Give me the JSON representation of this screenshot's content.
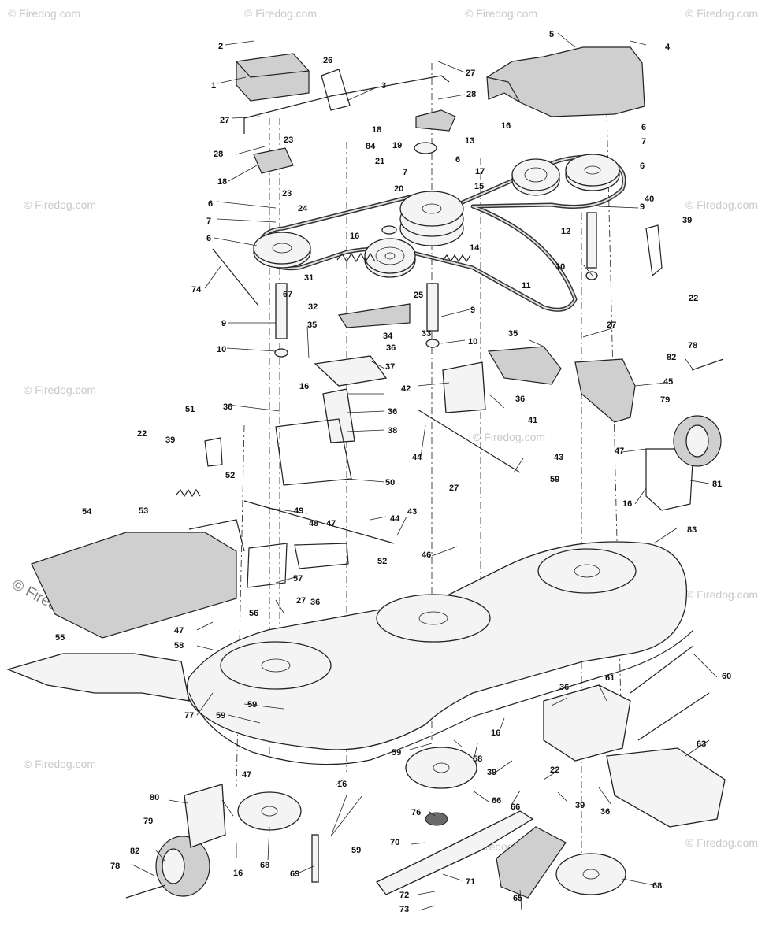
{
  "watermark": {
    "text": "© Firedog.com"
  },
  "callouts": [
    {
      "id": "c-1",
      "text": "1"
    },
    {
      "id": "c-2",
      "text": "2"
    },
    {
      "id": "c-3",
      "text": "3"
    },
    {
      "id": "c-4",
      "text": "4"
    },
    {
      "id": "c-5",
      "text": "5"
    },
    {
      "id": "c-6a",
      "text": "6"
    },
    {
      "id": "c-6b",
      "text": "6"
    },
    {
      "id": "c-6c",
      "text": "6"
    },
    {
      "id": "c-6d",
      "text": "6"
    },
    {
      "id": "c-6e",
      "text": "6"
    },
    {
      "id": "c-7a",
      "text": "7"
    },
    {
      "id": "c-7b",
      "text": "7"
    },
    {
      "id": "c-7c",
      "text": "7"
    },
    {
      "id": "c-9a",
      "text": "9"
    },
    {
      "id": "c-9b",
      "text": "9"
    },
    {
      "id": "c-9c",
      "text": "9"
    },
    {
      "id": "c-10a",
      "text": "10"
    },
    {
      "id": "c-10b",
      "text": "10"
    },
    {
      "id": "c-10c",
      "text": "10"
    },
    {
      "id": "c-11",
      "text": "11"
    },
    {
      "id": "c-12",
      "text": "12"
    },
    {
      "id": "c-13",
      "text": "13"
    },
    {
      "id": "c-14",
      "text": "14"
    },
    {
      "id": "c-15",
      "text": "15"
    },
    {
      "id": "c-16a",
      "text": "16"
    },
    {
      "id": "c-16b",
      "text": "16"
    },
    {
      "id": "c-16c",
      "text": "16"
    },
    {
      "id": "c-16d",
      "text": "16"
    },
    {
      "id": "c-16e",
      "text": "16"
    },
    {
      "id": "c-16f",
      "text": "16"
    },
    {
      "id": "c-16g",
      "text": "16"
    },
    {
      "id": "c-17",
      "text": "17"
    },
    {
      "id": "c-18a",
      "text": "18"
    },
    {
      "id": "c-18b",
      "text": "18"
    },
    {
      "id": "c-19",
      "text": "19"
    },
    {
      "id": "c-20",
      "text": "20"
    },
    {
      "id": "c-21",
      "text": "21"
    },
    {
      "id": "c-22a",
      "text": "22"
    },
    {
      "id": "c-22b",
      "text": "22"
    },
    {
      "id": "c-22c",
      "text": "22"
    },
    {
      "id": "c-23a",
      "text": "23"
    },
    {
      "id": "c-23b",
      "text": "23"
    },
    {
      "id": "c-24",
      "text": "24"
    },
    {
      "id": "c-25",
      "text": "25"
    },
    {
      "id": "c-26",
      "text": "26"
    },
    {
      "id": "c-27a",
      "text": "27"
    },
    {
      "id": "c-27b",
      "text": "27"
    },
    {
      "id": "c-27c",
      "text": "27"
    },
    {
      "id": "c-27d",
      "text": "27"
    },
    {
      "id": "c-27e",
      "text": "27"
    },
    {
      "id": "c-28a",
      "text": "28"
    },
    {
      "id": "c-28b",
      "text": "28"
    },
    {
      "id": "c-31",
      "text": "31"
    },
    {
      "id": "c-32",
      "text": "32"
    },
    {
      "id": "c-33",
      "text": "33"
    },
    {
      "id": "c-34",
      "text": "34"
    },
    {
      "id": "c-35a",
      "text": "35"
    },
    {
      "id": "c-35b",
      "text": "35"
    },
    {
      "id": "c-36a",
      "text": "36"
    },
    {
      "id": "c-36b",
      "text": "36"
    },
    {
      "id": "c-36c",
      "text": "36"
    },
    {
      "id": "c-36d",
      "text": "36"
    },
    {
      "id": "c-36e",
      "text": "36"
    },
    {
      "id": "c-36f",
      "text": "36"
    },
    {
      "id": "c-36g",
      "text": "36"
    },
    {
      "id": "c-37",
      "text": "37"
    },
    {
      "id": "c-38",
      "text": "38"
    },
    {
      "id": "c-39a",
      "text": "39"
    },
    {
      "id": "c-39b",
      "text": "39"
    },
    {
      "id": "c-39c",
      "text": "39"
    },
    {
      "id": "c-39d",
      "text": "39"
    },
    {
      "id": "c-40",
      "text": "40"
    },
    {
      "id": "c-41",
      "text": "41"
    },
    {
      "id": "c-42",
      "text": "42"
    },
    {
      "id": "c-43a",
      "text": "43"
    },
    {
      "id": "c-43b",
      "text": "43"
    },
    {
      "id": "c-44a",
      "text": "44"
    },
    {
      "id": "c-44b",
      "text": "44"
    },
    {
      "id": "c-45",
      "text": "45"
    },
    {
      "id": "c-46",
      "text": "46"
    },
    {
      "id": "c-47a",
      "text": "47"
    },
    {
      "id": "c-47b",
      "text": "47"
    },
    {
      "id": "c-47c",
      "text": "47"
    },
    {
      "id": "c-47d",
      "text": "47"
    },
    {
      "id": "c-48",
      "text": "48"
    },
    {
      "id": "c-49",
      "text": "49"
    },
    {
      "id": "c-50",
      "text": "50"
    },
    {
      "id": "c-51",
      "text": "51"
    },
    {
      "id": "c-52a",
      "text": "52"
    },
    {
      "id": "c-52b",
      "text": "52"
    },
    {
      "id": "c-53",
      "text": "53"
    },
    {
      "id": "c-54",
      "text": "54"
    },
    {
      "id": "c-55",
      "text": "55"
    },
    {
      "id": "c-56",
      "text": "56"
    },
    {
      "id": "c-57",
      "text": "57"
    },
    {
      "id": "c-58a",
      "text": "58"
    },
    {
      "id": "c-58b",
      "text": "58"
    },
    {
      "id": "c-59a",
      "text": "59"
    },
    {
      "id": "c-59b",
      "text": "59"
    },
    {
      "id": "c-59c",
      "text": "59"
    },
    {
      "id": "c-59d",
      "text": "59"
    },
    {
      "id": "c-59e",
      "text": "59"
    },
    {
      "id": "c-60",
      "text": "60"
    },
    {
      "id": "c-61",
      "text": "61"
    },
    {
      "id": "c-63",
      "text": "63"
    },
    {
      "id": "c-65",
      "text": "65"
    },
    {
      "id": "c-66a",
      "text": "66"
    },
    {
      "id": "c-66b",
      "text": "66"
    },
    {
      "id": "c-67",
      "text": "67"
    },
    {
      "id": "c-68a",
      "text": "68"
    },
    {
      "id": "c-68b",
      "text": "68"
    },
    {
      "id": "c-69",
      "text": "69"
    },
    {
      "id": "c-70",
      "text": "70"
    },
    {
      "id": "c-71",
      "text": "71"
    },
    {
      "id": "c-72",
      "text": "72"
    },
    {
      "id": "c-73",
      "text": "73"
    },
    {
      "id": "c-74",
      "text": "74"
    },
    {
      "id": "c-76",
      "text": "76"
    },
    {
      "id": "c-77",
      "text": "77"
    },
    {
      "id": "c-78a",
      "text": "78"
    },
    {
      "id": "c-78b",
      "text": "78"
    },
    {
      "id": "c-79a",
      "text": "79"
    },
    {
      "id": "c-79b",
      "text": "79"
    },
    {
      "id": "c-80",
      "text": "80"
    },
    {
      "id": "c-81",
      "text": "81"
    },
    {
      "id": "c-82a",
      "text": "82"
    },
    {
      "id": "c-82b",
      "text": "82"
    },
    {
      "id": "c-83",
      "text": "83"
    },
    {
      "id": "c-84",
      "text": "84"
    }
  ]
}
